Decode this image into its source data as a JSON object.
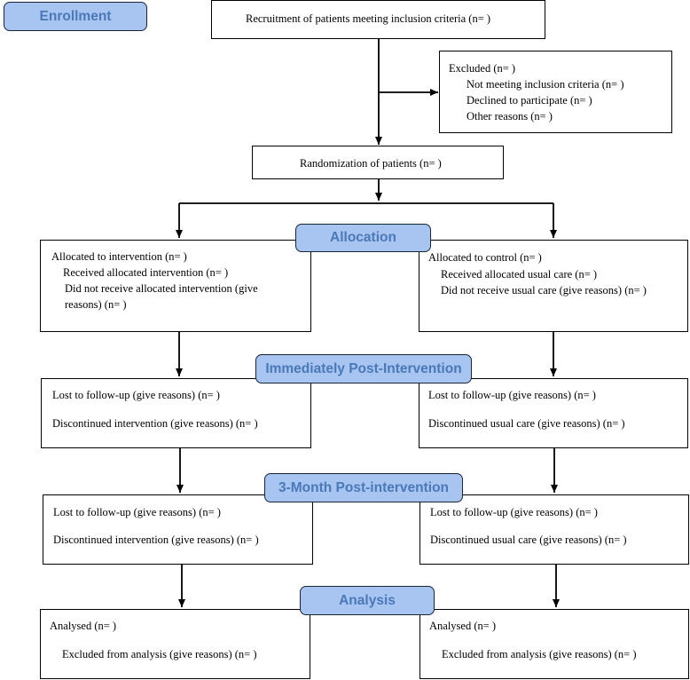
{
  "stages": {
    "enrollment": "Enrollment",
    "allocation": "Allocation",
    "immediately_post": "Immediately Post-Intervention",
    "three_month_post": "3-Month Post-intervention",
    "analysis": "Analysis"
  },
  "recruitment": "Recruitment of patients meeting inclusion criteria (n=   )",
  "excluded": {
    "title": "Excluded  (n=   )",
    "items": [
      "Not meeting inclusion criteria (n=   )",
      "Declined to participate (n=   )",
      "Other reasons (n=   )"
    ]
  },
  "randomization": "Randomization of patients (n=   )",
  "intervention_arm": {
    "allocated": {
      "title": "Allocated to intervention (n=   )",
      "received": "Received allocated intervention (n=   )",
      "not_received_1": "Did not receive allocated intervention (give",
      "not_received_2": "reasons) (n=   )"
    },
    "immediate": {
      "lost": "Lost to follow-up (give reasons) (n=   )",
      "discontinued": "Discontinued intervention (give reasons) (n=   )"
    },
    "three_month": {
      "lost": "Lost to follow-up (give reasons) (n=   )",
      "discontinued": "Discontinued intervention (give reasons) (n=   )"
    },
    "analysis": {
      "analysed": "Analysed  (n=   )",
      "excluded": "Excluded from analysis (give reasons) (n=   )"
    }
  },
  "control_arm": {
    "allocated": {
      "title": "Allocated to control (n=   )",
      "received": "Received allocated usual care (n=   )",
      "not_received": "Did not receive usual care (give reasons) (n=   )"
    },
    "immediate": {
      "lost": "Lost to follow-up (give reasons) (n=   )",
      "discontinued": "Discontinued usual care (give reasons) (n=   )"
    },
    "three_month": {
      "lost": "Lost to follow-up (give reasons) (n=   )",
      "discontinued": "Discontinued usual care (give reasons) (n=   )"
    },
    "analysis": {
      "analysed": "Analysed  (n=   )",
      "excluded": "Excluded from analysis (give reasons) (n=   )"
    }
  },
  "colors": {
    "stage_fill": "#a8c4f0",
    "stage_text": "#4a79b8",
    "line": "#000000"
  }
}
